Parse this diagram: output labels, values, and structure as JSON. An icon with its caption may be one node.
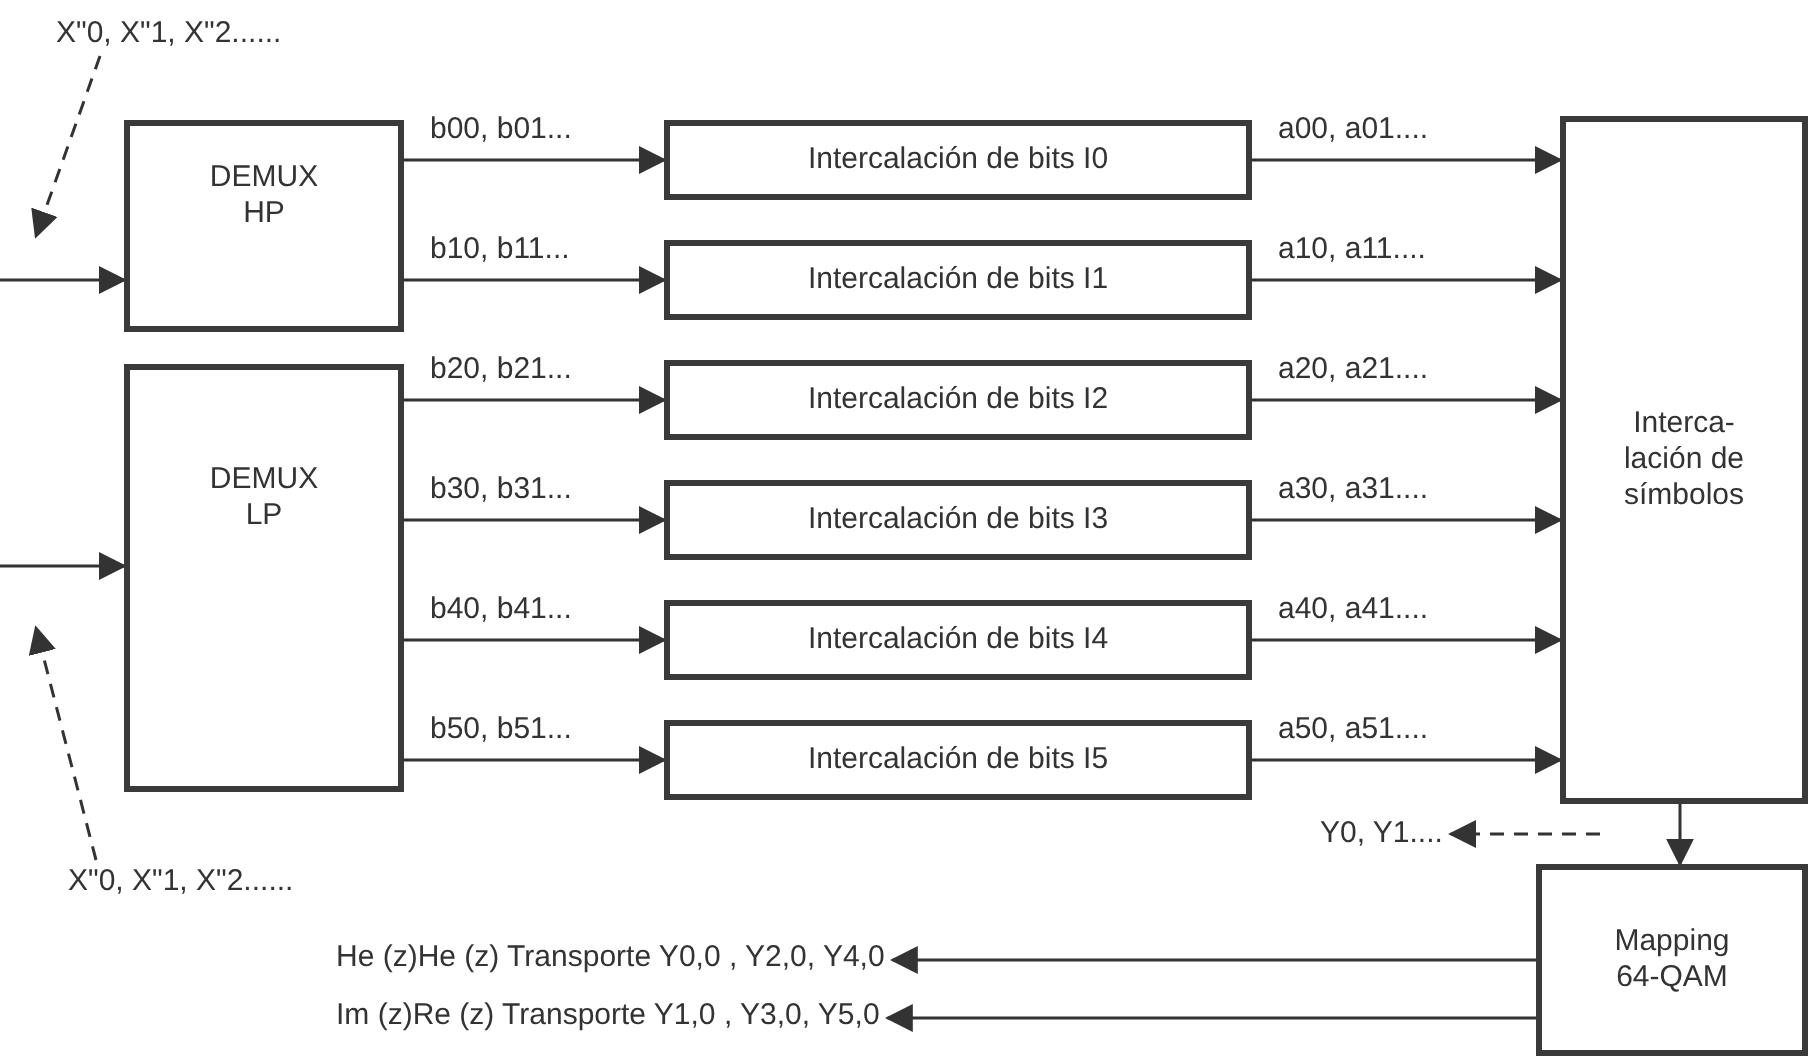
{
  "diagram": {
    "nodes": [
      {
        "text": [
          "X\"0, X\"1, X\"2......"
        ]
      },
      {
        "text": [
          "DEMUX HP"
        ]
      },
      {
        "text": [
          "DEMUX LP"
        ]
      },
      {
        "text": [
          "Intercalación de bits I0"
        ]
      },
      {
        "text": [
          "Intercalación de bits I1"
        ]
      },
      {
        "text": [
          "Intercalación de bits I2"
        ]
      },
      {
        "text": [
          "Intercalación de bits I3"
        ]
      },
      {
        "text": [
          "Intercalación de bits I4"
        ]
      },
      {
        "text": [
          "Intercalación de bits I5"
        ]
      },
      {
        "text": [
          "Interca-lación de símbolos"
        ]
      },
      {
        "text": [
          "Mapping 64-QAM"
        ]
      },
      {
        "text": [
          "X\"0, X\"1, X\"2......"
        ]
      },
      {
        "text": [
          "Y0, Y1...."
        ]
      },
      {
        "text": [
          "He (z)He (z) Transporte Y0,0 , Y2,0, Y4,0"
        ]
      },
      {
        "text": [
          "Im (z)Re (z) Transporte Y1,0 , Y3,0, Y5,0"
        ]
      }
    ],
    "edges": [
      {
        "from": 0,
        "to": null,
        "arrow": "to",
        "style": "dashed"
      },
      {
        "from": null,
        "to": 1,
        "arrow": "to"
      },
      {
        "from": null,
        "to": 2,
        "arrow": "to"
      },
      {
        "from": 11,
        "to": null,
        "arrow": "to",
        "style": "dashed"
      },
      {
        "from": 1,
        "to": 3,
        "arrow": "to",
        "label": "b00, b01..."
      },
      {
        "from": 1,
        "to": 4,
        "arrow": "to",
        "label": "b10, b11..."
      },
      {
        "from": 2,
        "to": 5,
        "arrow": "to",
        "label": "b20, b21..."
      },
      {
        "from": 2,
        "to": 6,
        "arrow": "to",
        "label": "b30, b31..."
      },
      {
        "from": 2,
        "to": 7,
        "arrow": "to",
        "label": "b40, b41..."
      },
      {
        "from": 2,
        "to": 8,
        "arrow": "to",
        "label": "b50, b51..."
      },
      {
        "from": 3,
        "to": 9,
        "arrow": "to",
        "label": "a00, a01...."
      },
      {
        "from": 4,
        "to": 9,
        "arrow": "to",
        "label": "a10, a11...."
      },
      {
        "from": 5,
        "to": 9,
        "arrow": "to",
        "label": "a20, a21...."
      },
      {
        "from": 6,
        "to": 9,
        "arrow": "to",
        "label": "a30, a31...."
      },
      {
        "from": 7,
        "to": 9,
        "arrow": "to",
        "label": "a40, a41...."
      },
      {
        "from": 8,
        "to": 9,
        "arrow": "to",
        "label": "a50, a51...."
      },
      {
        "from": 9,
        "to": 10,
        "arrow": "to"
      },
      {
        "from": null,
        "to": 12,
        "arrow": "to",
        "style": "dashed"
      },
      {
        "from": 10,
        "to": 13,
        "arrow": "to"
      },
      {
        "from": 10,
        "to": 14,
        "arrow": "to"
      }
    ]
  }
}
